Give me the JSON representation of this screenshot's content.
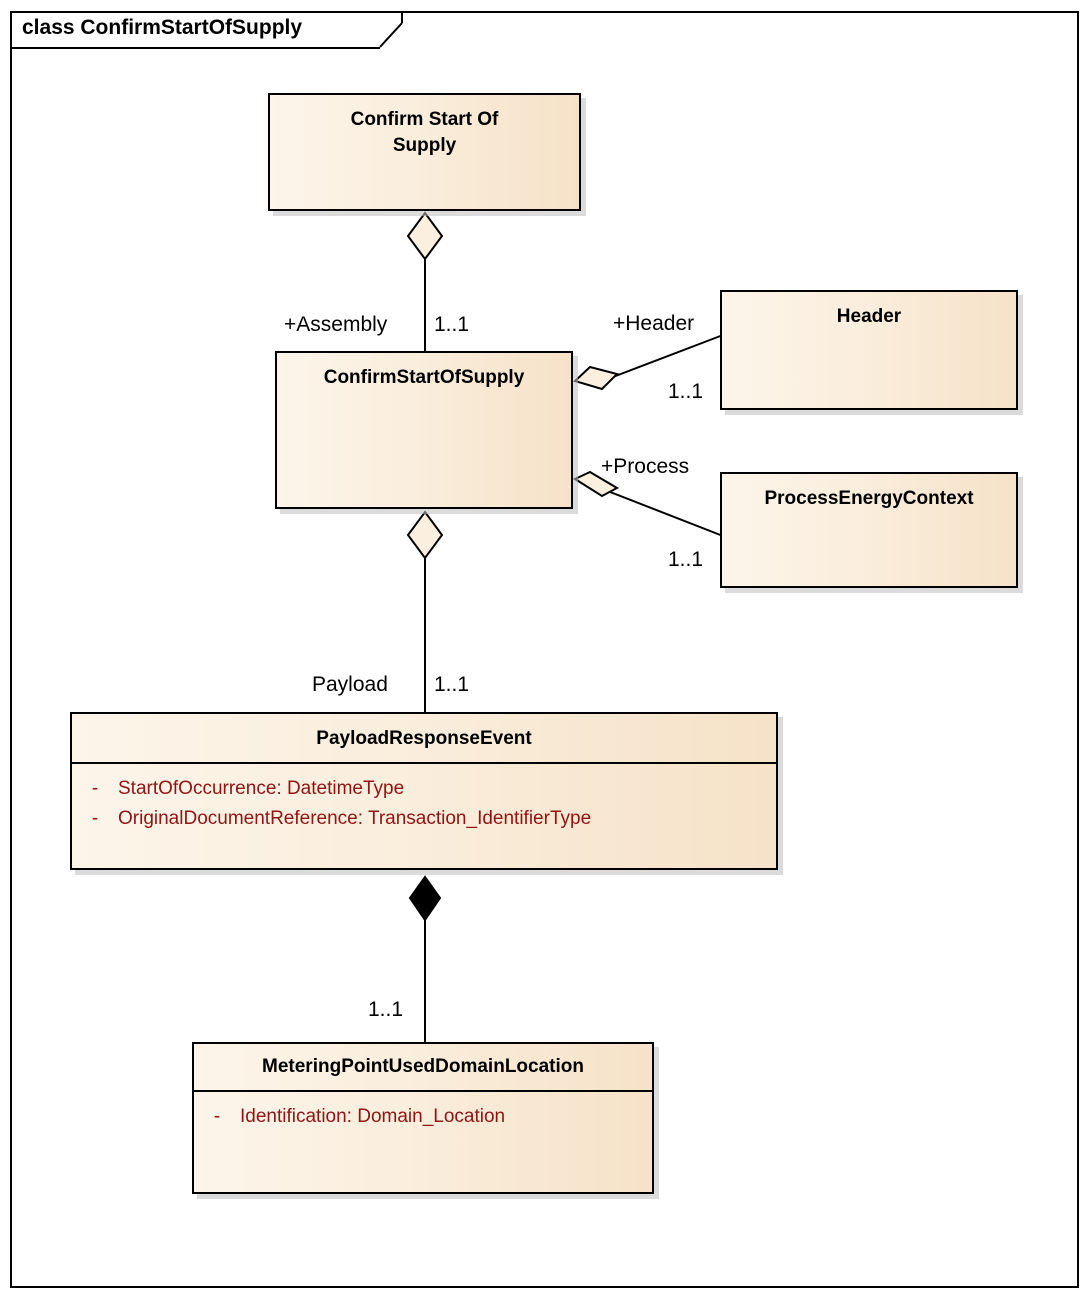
{
  "frame": {
    "title": "class ConfirmStartOfSupply",
    "border_color": "#000000",
    "background": "#ffffff"
  },
  "theme": {
    "class_fill_left": "#fdf5ea",
    "class_fill_right": "#f6e2c8",
    "class_border": "#000000",
    "attribute_text": "#8f1414",
    "title_text": "#000000",
    "shadow": "#bebebe"
  },
  "classes": {
    "confirm_start_of_supply_top": {
      "name": "Confirm Start Of\nSupply",
      "attributes": []
    },
    "confirm_start_of_supply": {
      "name": "ConfirmStartOfSupply",
      "attributes": []
    },
    "header": {
      "name": "Header",
      "attributes": []
    },
    "process_energy_context": {
      "name": "ProcessEnergyContext",
      "attributes": []
    },
    "payload_response_event": {
      "name": "PayloadResponseEvent",
      "attributes": [
        {
          "visibility": "-",
          "text": "StartOfOccurrence: DatetimeType"
        },
        {
          "visibility": "-",
          "text": "OriginalDocumentReference: Transaction_IdentifierType"
        }
      ]
    },
    "metering_point_used_domain_location": {
      "name": "MeteringPointUsedDomainLocation",
      "attributes": [
        {
          "visibility": "-",
          "text": "Identification: Domain_Location"
        }
      ]
    }
  },
  "relationships": {
    "assembly": {
      "role_label": "+Assembly",
      "multiplicity": "1..1",
      "type": "aggregation",
      "from": "ConfirmStartOfSupply",
      "to": "Confirm Start Of Supply"
    },
    "header": {
      "role_label": "+Header",
      "multiplicity": "1..1",
      "type": "aggregation",
      "from": "ConfirmStartOfSupply",
      "to": "Header"
    },
    "process": {
      "role_label": "+Process",
      "multiplicity": "1..1",
      "type": "aggregation",
      "from": "ConfirmStartOfSupply",
      "to": "ProcessEnergyContext"
    },
    "payload": {
      "role_label": "Payload",
      "multiplicity": "1..1",
      "type": "aggregation",
      "from": "ConfirmStartOfSupply",
      "to": "PayloadResponseEvent"
    },
    "metering_point": {
      "role_label": "",
      "multiplicity": "1..1",
      "type": "composition",
      "from": "PayloadResponseEvent",
      "to": "MeteringPointUsedDomainLocation"
    }
  }
}
